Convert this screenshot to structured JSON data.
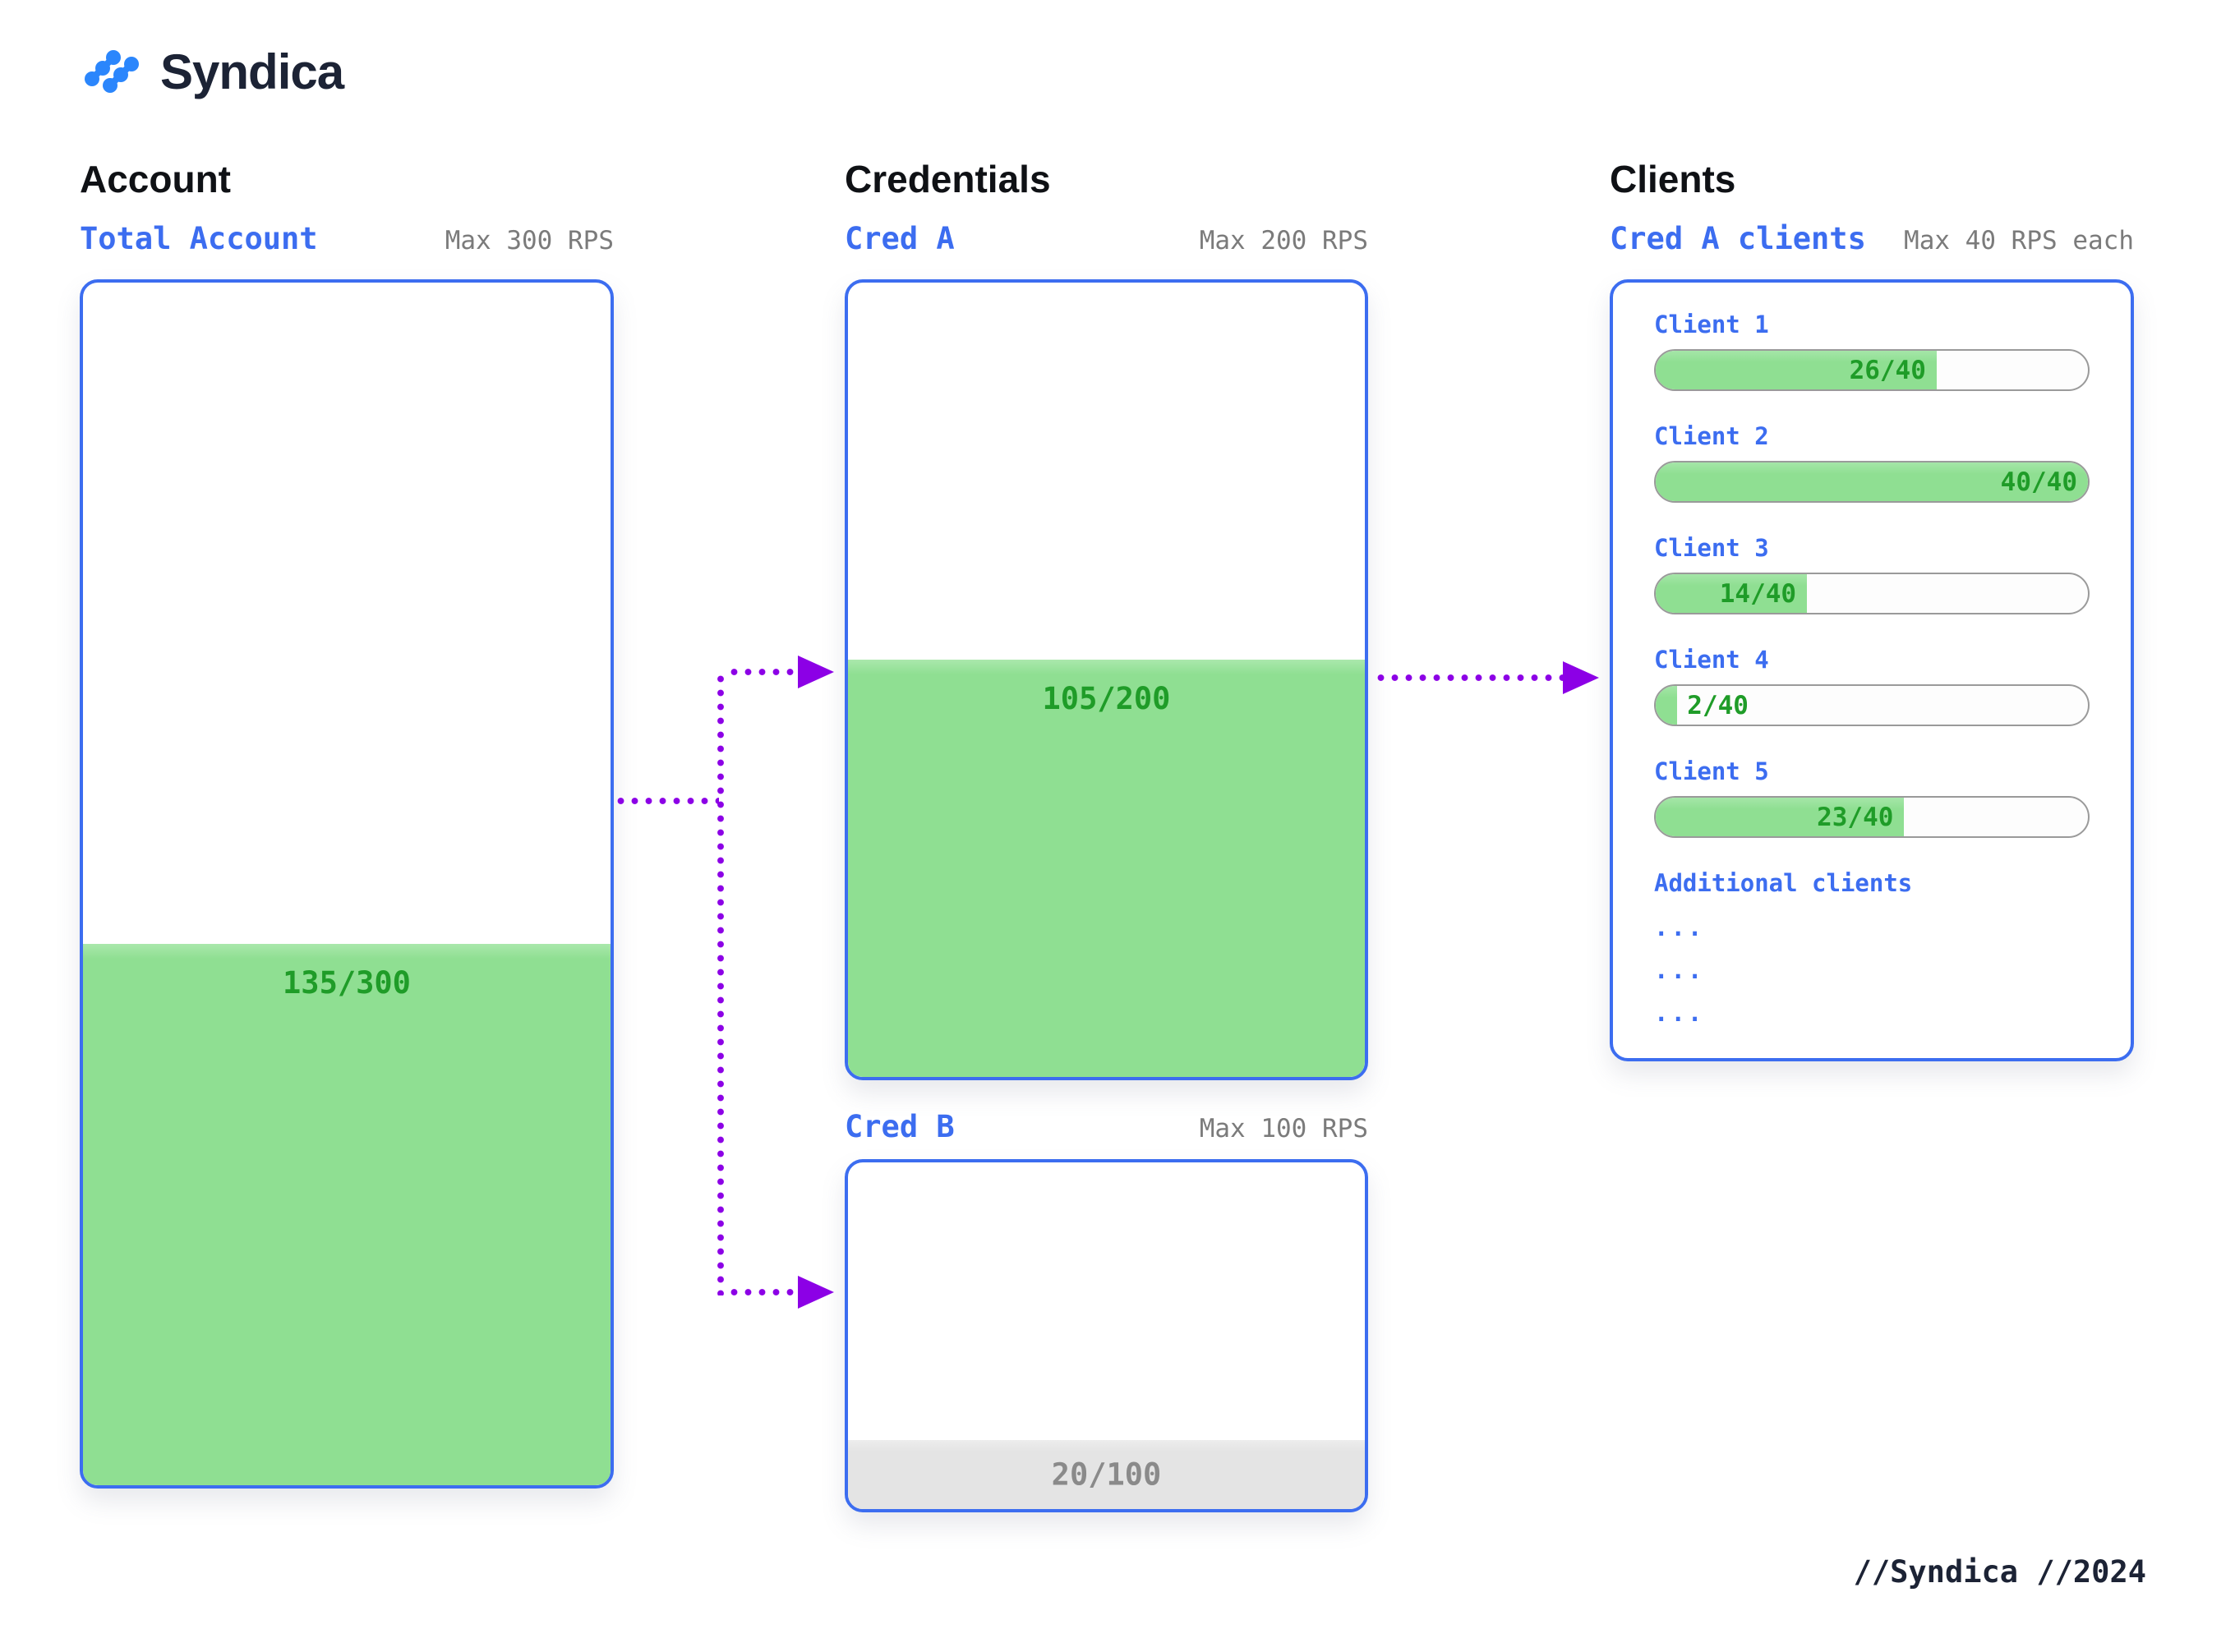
{
  "logo": {
    "text": "Syndica"
  },
  "colors": {
    "accent_blue": "#3c6df0",
    "logo_blue": "#2b86fc",
    "fill_green": "#8fdf92",
    "value_green": "#1f9c28",
    "arrow_purple": "#8c00e6",
    "muted_fill": "#e4e4e4",
    "muted_text": "#8a8a8a",
    "label_gray": "#7b7b7b",
    "ink_dark": "#1c2335"
  },
  "account": {
    "heading": "Account",
    "label": "Total Account",
    "max_label": "Max 300 RPS",
    "usage": {
      "value": "135/300",
      "used": 135,
      "limit": 300,
      "pct": 45
    }
  },
  "credentials": {
    "heading": "Credentials",
    "cred_a": {
      "label": "Cred A",
      "max_label": "Max 200 RPS",
      "usage": {
        "value": "105/200",
        "used": 105,
        "limit": 200,
        "pct": 52.5
      }
    },
    "cred_b": {
      "label": "Cred B",
      "max_label": "Max 100 RPS",
      "usage": {
        "value": "20/100",
        "used": 20,
        "limit": 100,
        "pct": 20
      }
    }
  },
  "clients": {
    "heading": "Clients",
    "label": "Cred A clients",
    "max_label": "Max 40 RPS each",
    "list": [
      {
        "label": "Client 1",
        "value": "26/40",
        "used": 26,
        "limit": 40,
        "pct": 65
      },
      {
        "label": "Client 2",
        "value": "40/40",
        "used": 40,
        "limit": 40,
        "pct": 100
      },
      {
        "label": "Client 3",
        "value": "14/40",
        "used": 14,
        "limit": 40,
        "pct": 35
      },
      {
        "label": "Client 4",
        "value": "2/40",
        "used": 2,
        "limit": 40,
        "pct": 5
      },
      {
        "label": "Client 5",
        "value": "23/40",
        "used": 23,
        "limit": 40,
        "pct": 57.5
      }
    ],
    "additional_label": "Additional clients",
    "ellipsis_rows": [
      "...",
      "...",
      "..."
    ]
  },
  "footer": {
    "text": "//Syndica //2024"
  }
}
